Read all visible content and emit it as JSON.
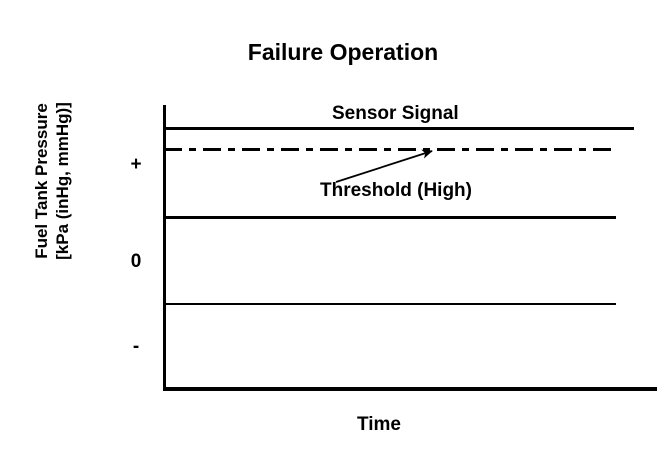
{
  "chart_data": {
    "type": "line",
    "title": "Failure Operation",
    "xlabel": "Time",
    "ylabel_line1": "Fuel Tank Pressure",
    "ylabel_line2": "[kPa (inHg, mmHg)]",
    "grid": false,
    "legend_position": "inline-annotation",
    "x": [
      0,
      1
    ],
    "yticks": [
      "+",
      "0",
      "-"
    ],
    "ytick_values": [
      "+",
      "0",
      "-"
    ],
    "xticks": [],
    "series": [
      {
        "name": "Sensor Signal",
        "style": "solid",
        "description": "Flat saturated-high signal above the high threshold",
        "values": [
          0.86,
          0.86
        ]
      },
      {
        "name": "Threshold (High)",
        "style": "dash-dot",
        "description": "Constant high threshold reference level",
        "values": [
          0.78,
          0.78
        ]
      },
      {
        "name": "upper-band-line",
        "style": "solid",
        "description": "Solid reference line bounding the positive region",
        "values": [
          0.55,
          0.55
        ]
      },
      {
        "name": "lower-band-line",
        "style": "solid-thin",
        "description": "Thin reference line bounding the zero region",
        "values": [
          0.25,
          0.25
        ]
      }
    ],
    "annotations": [
      {
        "text": "Sensor Signal",
        "points_to": "sensor-signal-line",
        "has_arrow": false
      },
      {
        "text": "Threshold (High)",
        "points_to": "threshold-line",
        "has_arrow": true
      }
    ]
  },
  "figure": {
    "title": "Failure Operation",
    "background": "#ffffff",
    "stroke": "#000000"
  },
  "axes": {
    "y": {
      "label_line1": "Fuel Tank Pressure",
      "label_line2": "[kPa (inHg, mmHg)]",
      "ticks": {
        "positive": "+",
        "zero": "0",
        "negative": "-"
      }
    },
    "x": {
      "label": "Time"
    }
  },
  "labels": {
    "sensor_signal": "Sensor Signal",
    "threshold_high": "Threshold (High)"
  },
  "icons": {
    "annotation_arrow": "arrow-up-right-icon"
  }
}
